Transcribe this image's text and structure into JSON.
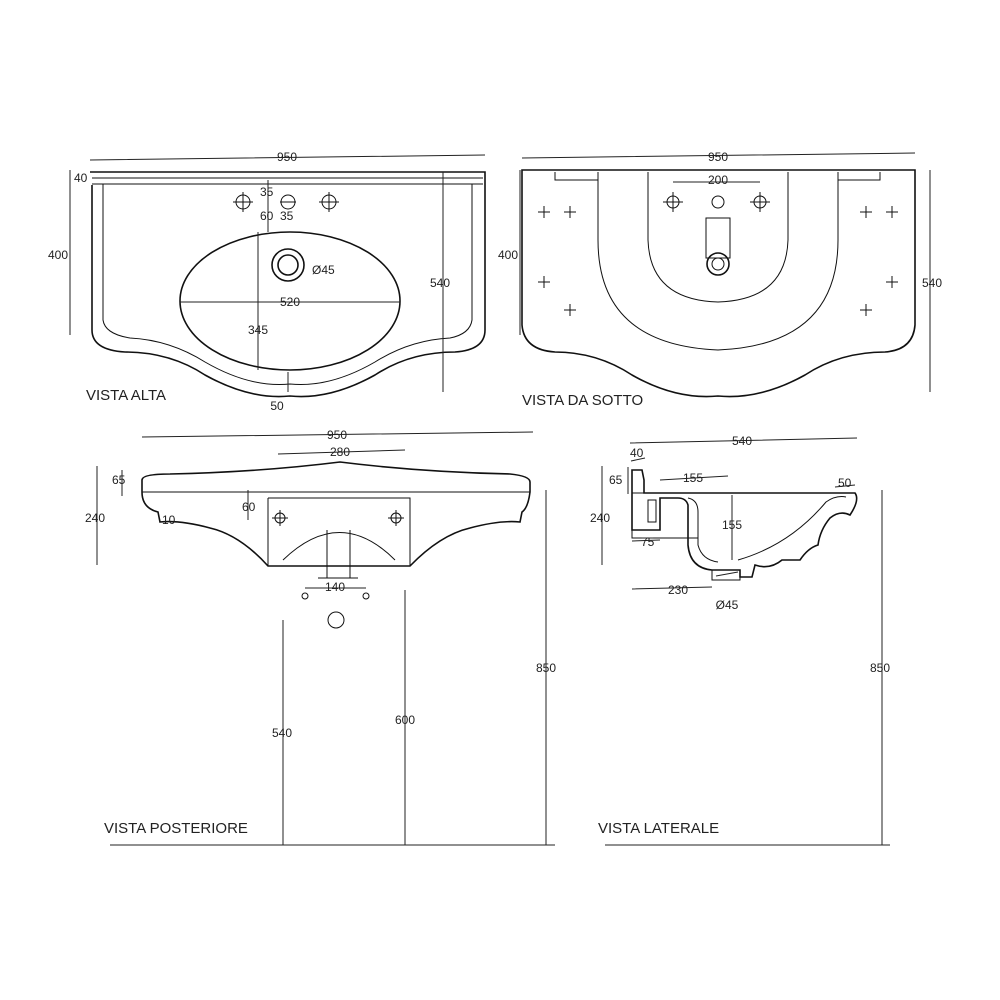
{
  "views": {
    "top": {
      "title": "VISTA ALTA",
      "dims": {
        "width": "950",
        "rim": "40",
        "depth": "400",
        "total_depth": "540",
        "hole_a": "35",
        "hole_b": "60",
        "hole_c": "35",
        "drain": "Ø45",
        "basin_width": "520",
        "basin_depth": "345",
        "front": "50"
      }
    },
    "bottom": {
      "title": "VISTA DA SOTTO",
      "dims": {
        "width": "950",
        "holes": "200",
        "depth": "400",
        "total_depth": "540"
      }
    },
    "rear": {
      "title": "VISTA POSTERIORE",
      "dims": {
        "width": "950",
        "inner": "280",
        "rim": "65",
        "height": "240",
        "offset": "60",
        "edge": "10",
        "spacing": "140",
        "floor_height": "850",
        "drain_height": "540",
        "supply_height": "600"
      }
    },
    "side": {
      "title": "VISTA LATERALE",
      "dims": {
        "depth": "540",
        "back": "40",
        "rim": "65",
        "height": "240",
        "tap": "155",
        "basin": "155",
        "wall": "75",
        "drain_pos": "230",
        "drain": "Ø45",
        "front": "50",
        "floor_height": "850"
      }
    }
  }
}
